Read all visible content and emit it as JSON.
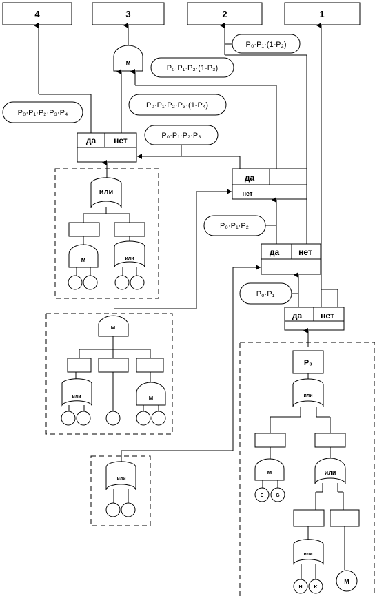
{
  "outcomes": [
    "4",
    "3",
    "2",
    "1"
  ],
  "probabilities": {
    "p0p1_1mp2": "P₀·P₁·(1-P₂)",
    "p0p1p2_1mp3": "P₀·P₁·P₂·(1-P₃)",
    "p0p1p2p3p4": "P₀·P₁·P₂·P₃·P₄",
    "p0p1p2p3_1mp4": "P₀·P₁·P₂·P₃·(1-P₄)",
    "p0p1p2p3": "P₀·P₁·P₂·P₃",
    "p0p1p2": "P₀·P₁·P₂",
    "p0p1": "P₀·P₁"
  },
  "decisions": {
    "yes": "да",
    "no": "нет",
    "no_small": "нет"
  },
  "gates": {
    "and": "м",
    "or": "или",
    "or_small": "или"
  },
  "initiator": "P₀",
  "basic_events": [
    "E",
    "G",
    "H",
    "K",
    "M"
  ]
}
